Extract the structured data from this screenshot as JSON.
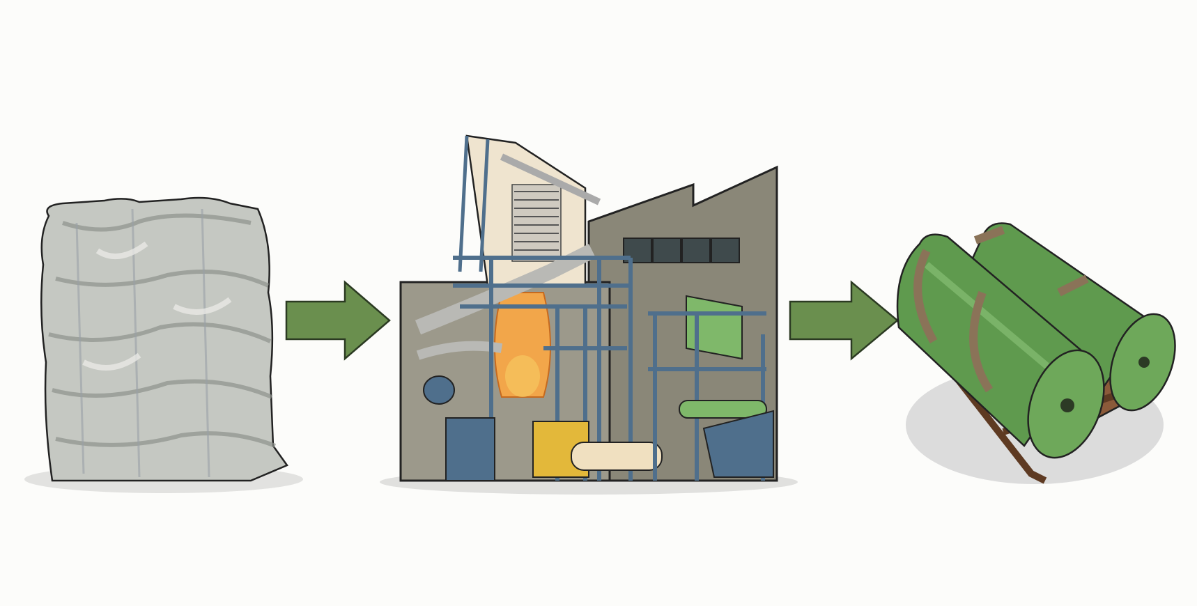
{
  "diagram": {
    "stages": [
      {
        "id": "raw-material",
        "icon": "plastic-waste-bale-icon"
      },
      {
        "id": "processing",
        "icon": "film-blowing-factory-icon"
      },
      {
        "id": "product",
        "icon": "green-film-rolls-on-pallet-icon"
      }
    ],
    "connectors": [
      "arrow-right-icon",
      "arrow-right-icon"
    ]
  },
  "colors": {
    "background": "#fcfcfa",
    "arrow": "#6a8f4e",
    "factory_wall": "#8a8778",
    "machine_blue": "#4f6f8c",
    "film_green": "#5f9a4e",
    "bale": "#c9ccc6",
    "shadow": "#dedede"
  }
}
